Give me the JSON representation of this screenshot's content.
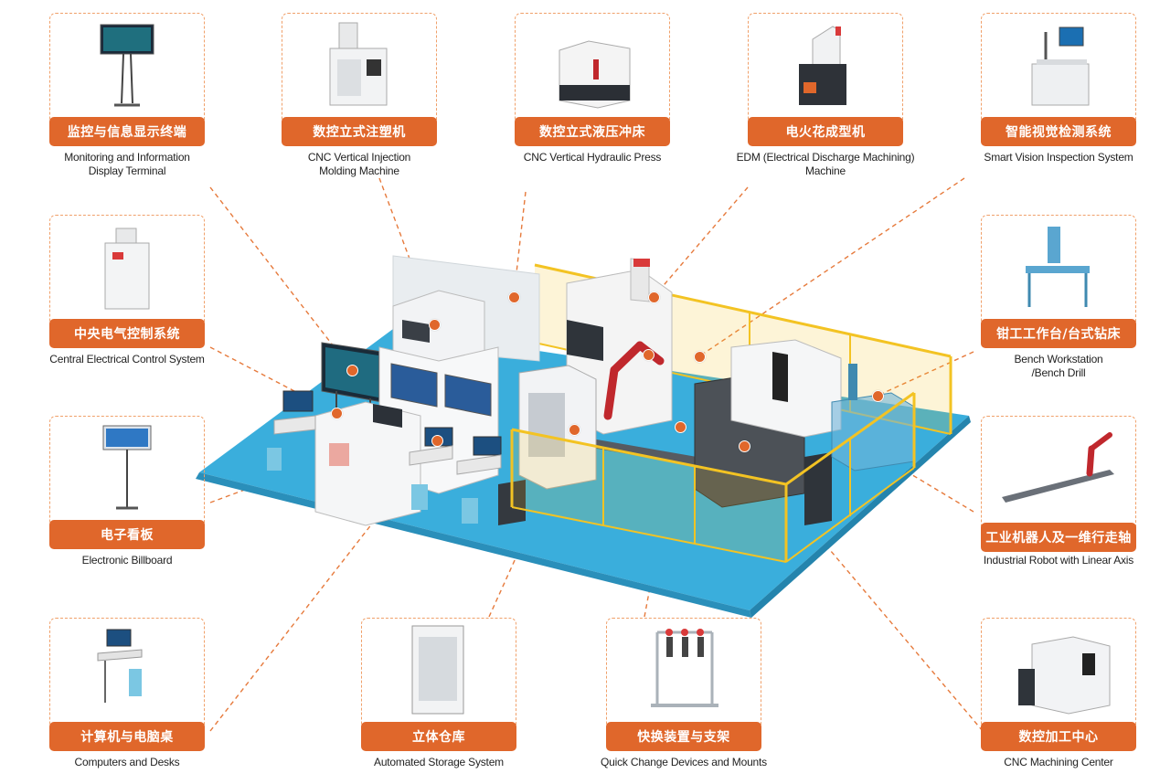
{
  "accent": "#e0672b",
  "floor": "#3aaedc",
  "fence": "#f3c323",
  "components": [
    {
      "id": "monitor-terminal",
      "zh": "监控与信息显示终端",
      "en": [
        "Monitoring and Information",
        "Display Terminal"
      ]
    },
    {
      "id": "injection-molding",
      "zh": "数控立式注塑机",
      "en": [
        "CNC Vertical Injection",
        "Molding Machine"
      ]
    },
    {
      "id": "hydraulic-press",
      "zh": "数控立式液压冲床",
      "en": [
        "CNC Vertical Hydraulic Press"
      ]
    },
    {
      "id": "edm",
      "zh": "电火花成型机",
      "en": [
        "EDM (Electrical Discharge Machining)",
        "Machine"
      ]
    },
    {
      "id": "vision-inspection",
      "zh": "智能视觉检测系统",
      "en": [
        "Smart Vision Inspection System"
      ]
    },
    {
      "id": "electrical-control",
      "zh": "中央电气控制系统",
      "en": [
        "Central Electrical Control System"
      ]
    },
    {
      "id": "bench-drill",
      "zh": "钳工工作台/台式钻床",
      "en": [
        "Bench Workstation",
        "/Bench Drill"
      ]
    },
    {
      "id": "billboard",
      "zh": "电子看板",
      "en": [
        "Electronic Billboard"
      ]
    },
    {
      "id": "robot-linear-axis",
      "zh": "工业机器人及一维行走轴",
      "en": [
        "Industrial Robot with Linear Axis"
      ]
    },
    {
      "id": "computers-desks",
      "zh": "计算机与电脑桌",
      "en": [
        "Computers and Desks"
      ]
    },
    {
      "id": "storage",
      "zh": "立体仓库",
      "en": [
        "Automated Storage System"
      ]
    },
    {
      "id": "quick-change",
      "zh": "快换装置与支架",
      "en": [
        "Quick Change Devices and Mounts"
      ]
    },
    {
      "id": "machining-center",
      "zh": "数控加工中心",
      "en": [
        "CNC Machining Center"
      ]
    }
  ]
}
